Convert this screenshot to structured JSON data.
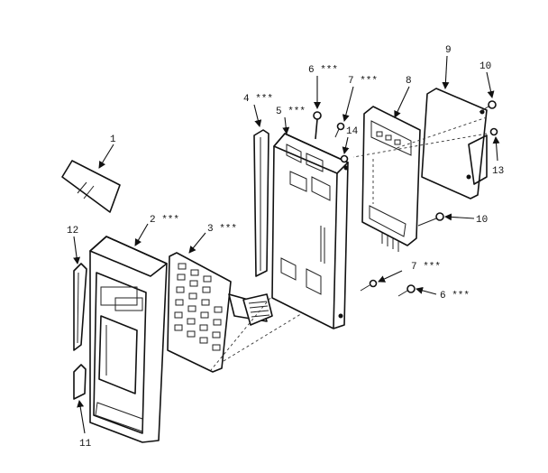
{
  "diagram": {
    "labels": {
      "l1": "1",
      "l2": "2 ***",
      "l3": "3 ***",
      "l4": "4 ***",
      "l5": "5 ***",
      "l6_top": "6 ***",
      "l6_bottom": "6 ***",
      "l7_top": "7 ***",
      "l7_bottom": "7 ***",
      "l8": "8",
      "l9": "9",
      "l10_top": "10",
      "l10_mid": "10",
      "l11": "11",
      "l12": "12",
      "l13": "13",
      "l14": "14"
    }
  }
}
